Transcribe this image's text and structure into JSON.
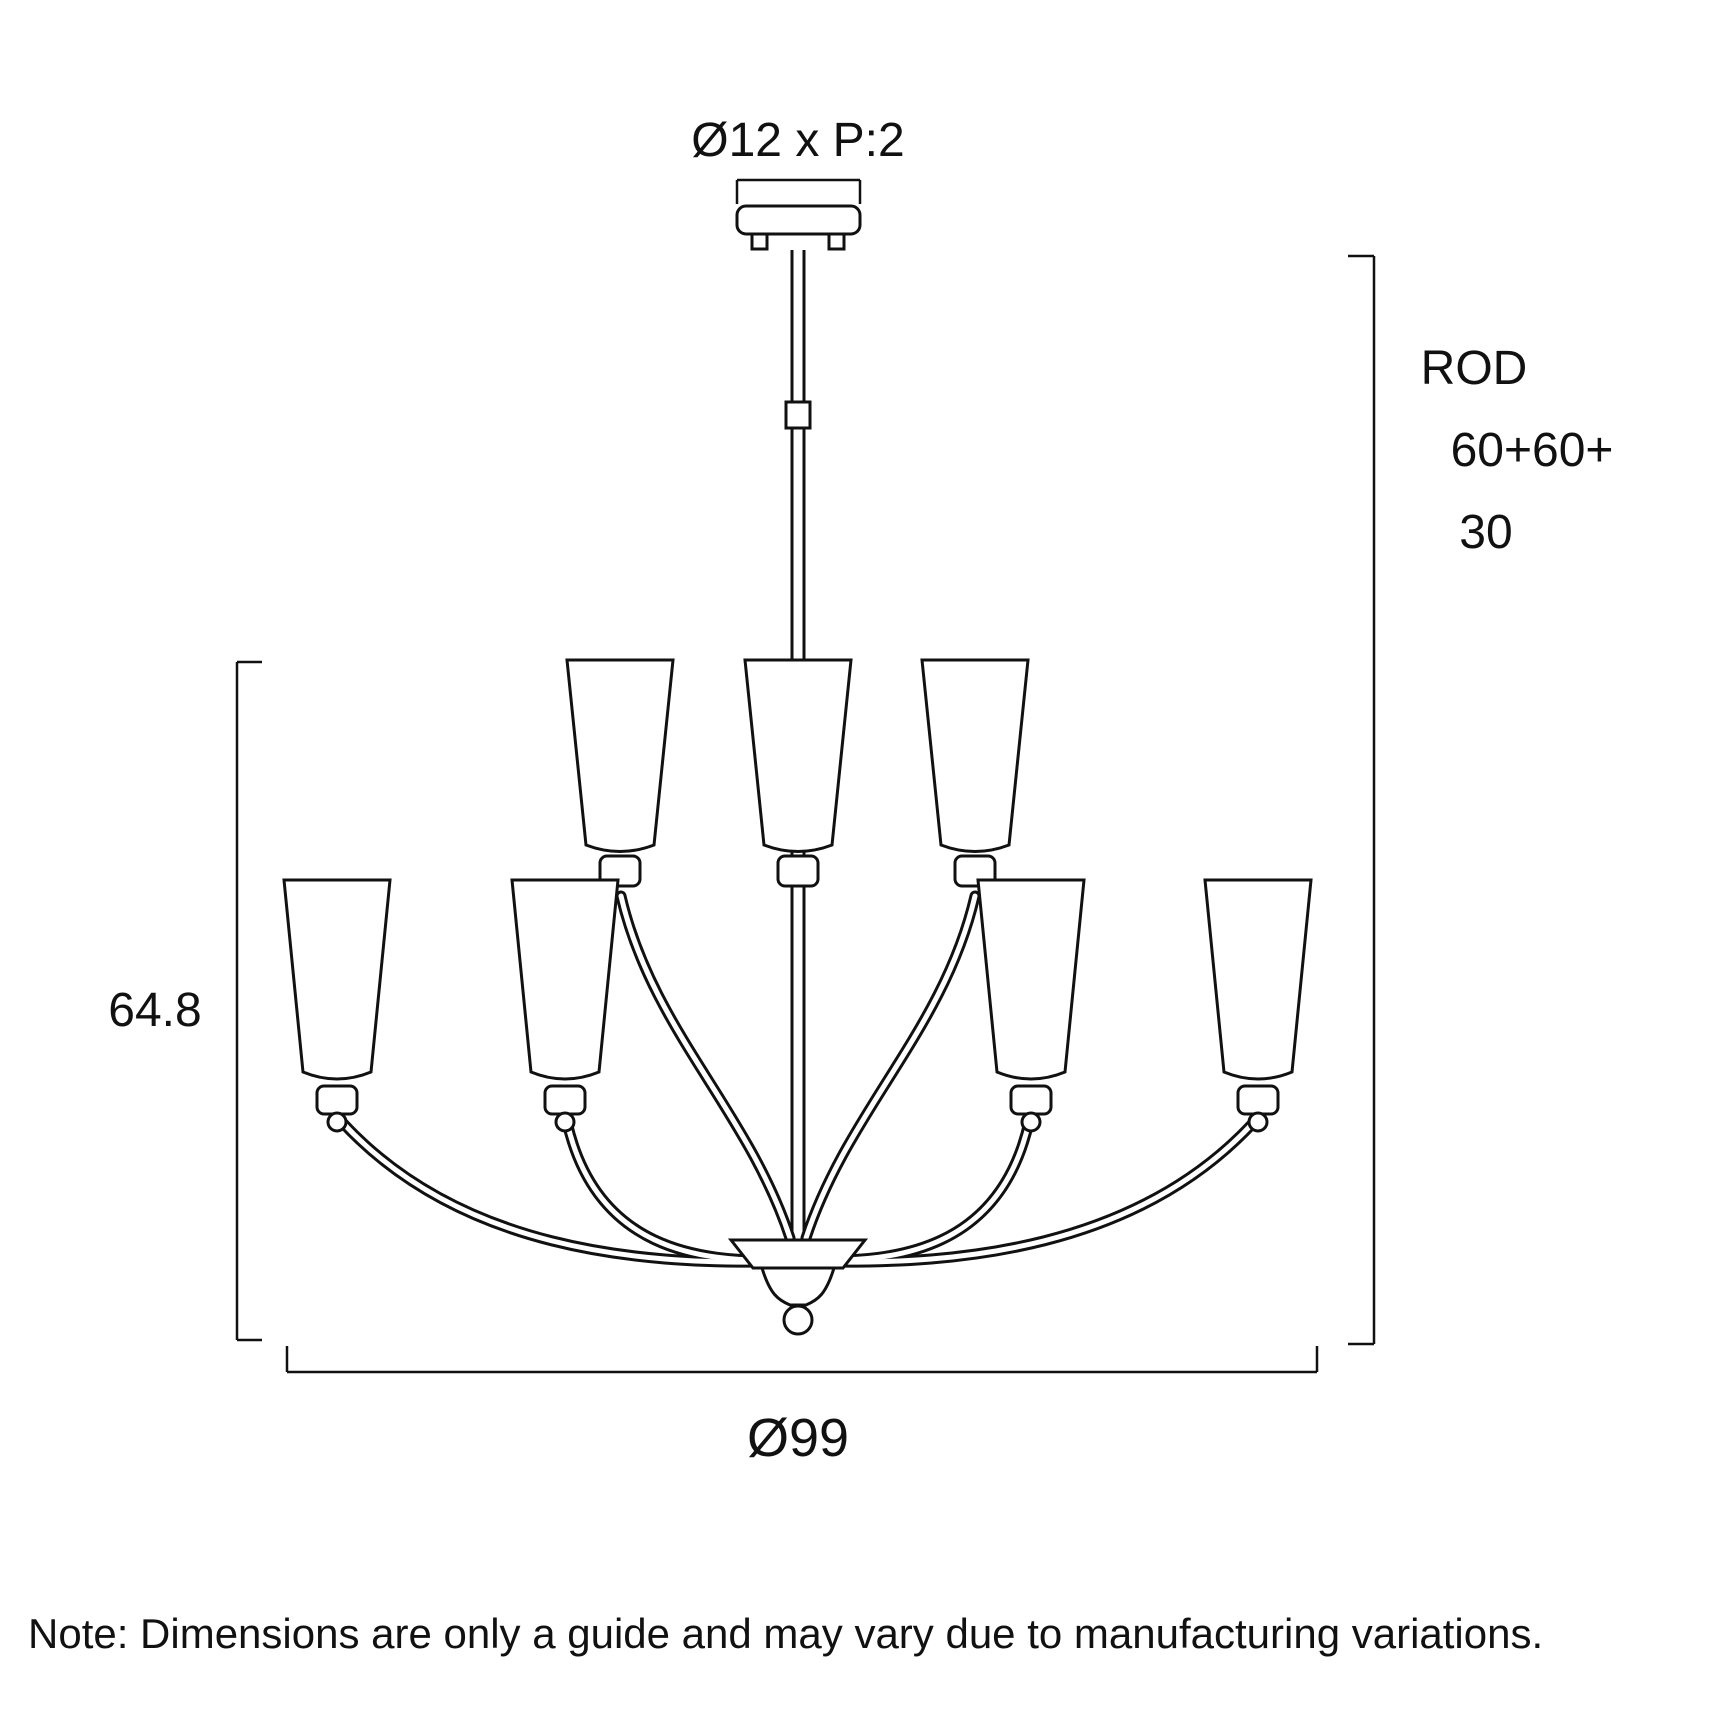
{
  "page": {
    "background_color": "#ffffff",
    "line_color": "#111111"
  },
  "diagram": {
    "type": "technical-dimension-drawing",
    "subject": "two-tier seven-arm chandelier with cone shades, ceiling canopy and suspension rod",
    "labels": {
      "canopy_dimension": "Ø12 x P:2",
      "rod_line1": "ROD",
      "rod_line2": "60+60+",
      "rod_line3": "30",
      "fixture_height": "64.8",
      "fixture_diameter": "Ø99"
    },
    "note": "Note: Dimensions are only a guide and may vary due to manufacturing variations."
  }
}
